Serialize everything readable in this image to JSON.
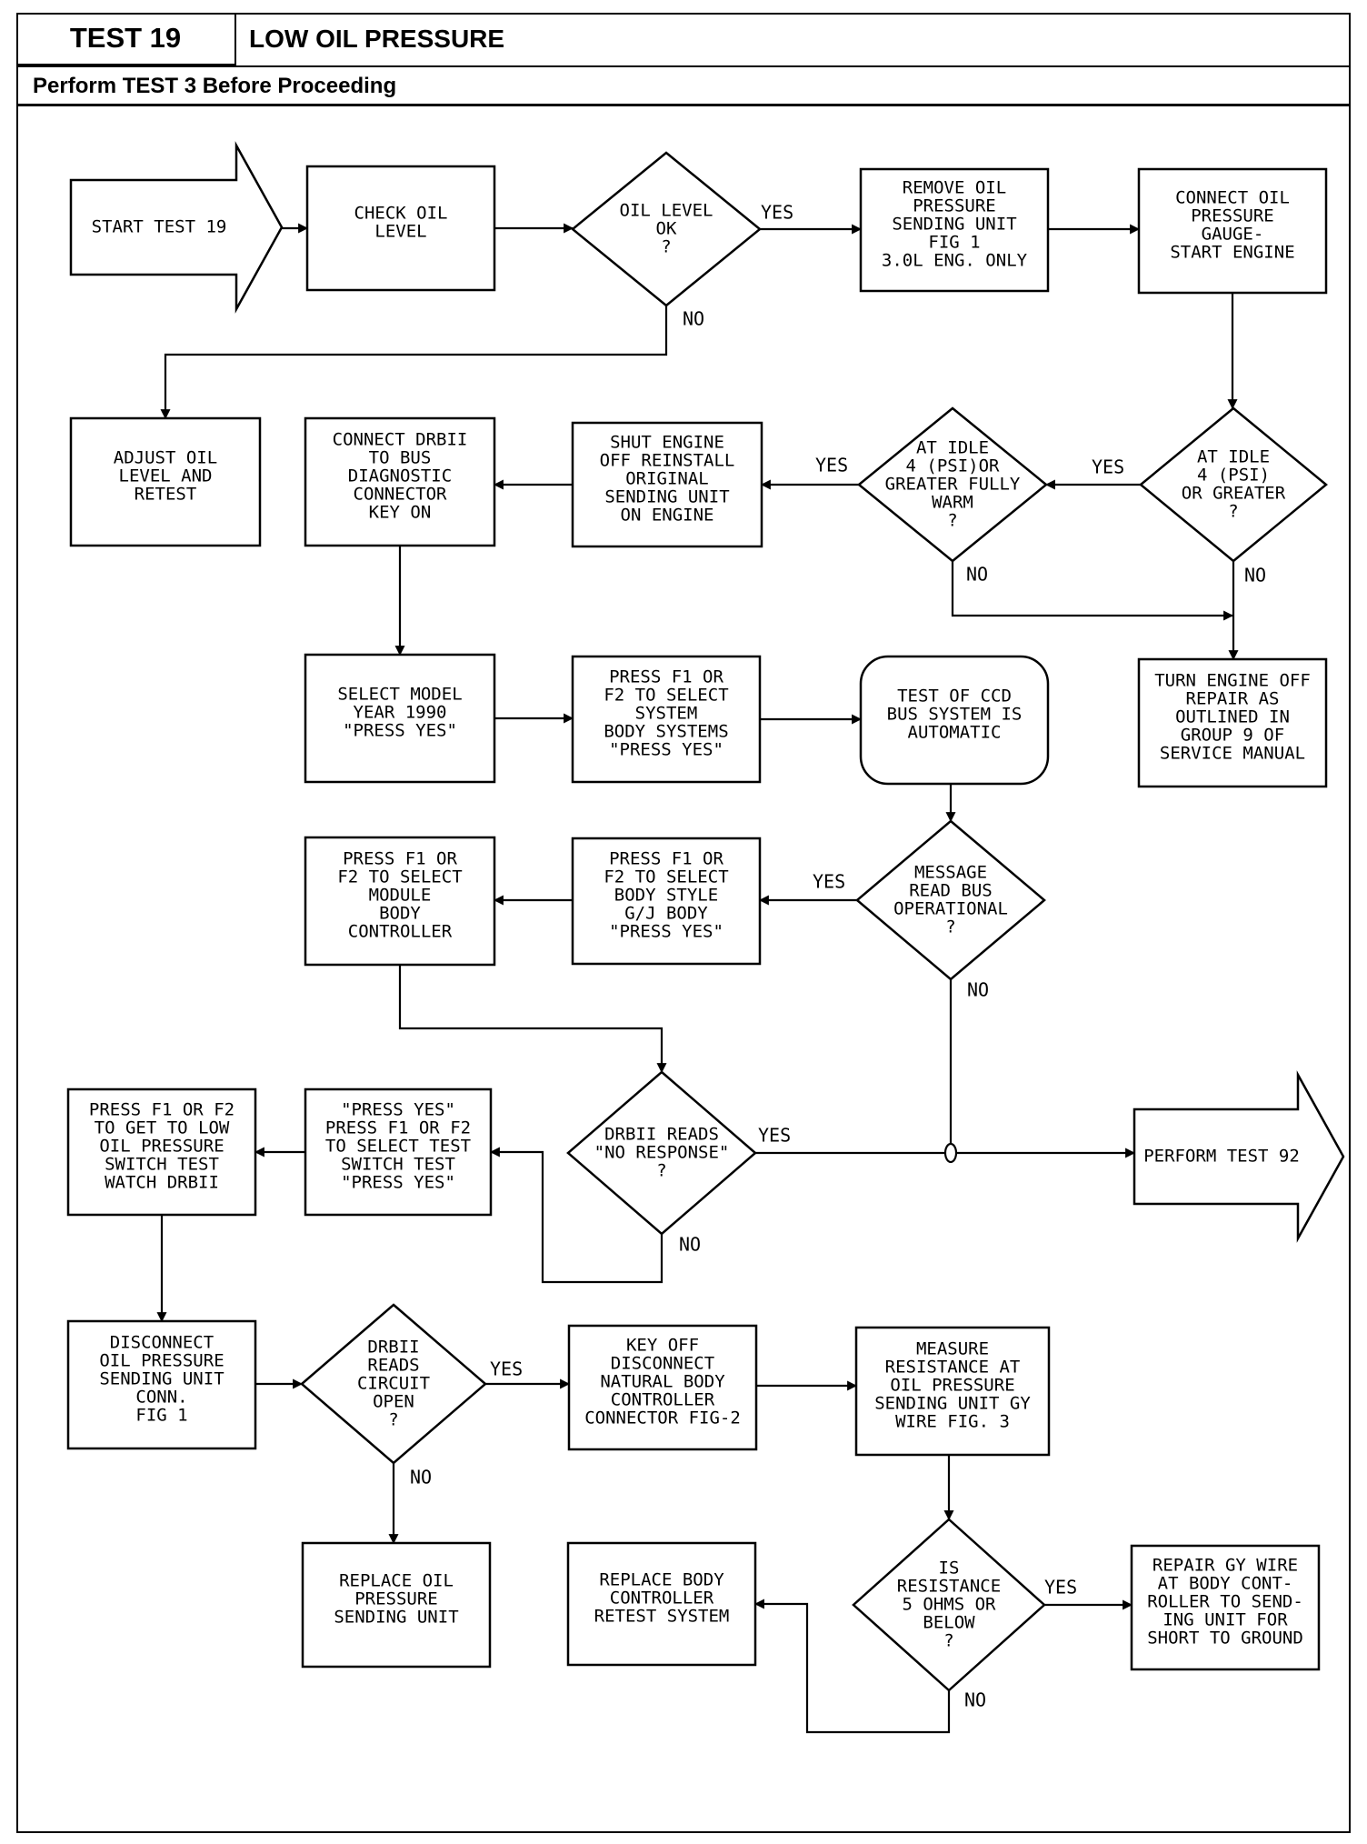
{
  "header": {
    "test_label": "TEST 19",
    "title": "LOW OIL PRESSURE",
    "subtitle": "Perform TEST 3 Before Proceeding"
  },
  "nodes": [
    {
      "id": "start",
      "kind": "arrow",
      "lines": [
        "START TEST 19"
      ]
    },
    {
      "id": "check-oil",
      "kind": "box",
      "lines": [
        "CHECK OIL",
        "LEVEL"
      ]
    },
    {
      "id": "oil-ok",
      "kind": "diamond",
      "lines": [
        "OIL LEVEL",
        "OK",
        "?"
      ]
    },
    {
      "id": "remove-unit",
      "kind": "box",
      "lines": [
        "REMOVE OIL",
        "PRESSURE",
        "SENDING UNIT",
        "FIG 1",
        "3.0L ENG. ONLY"
      ]
    },
    {
      "id": "connect-gauge",
      "kind": "box",
      "lines": [
        "CONNECT OIL",
        "PRESSURE",
        "GAUGE-",
        "START ENGINE"
      ]
    },
    {
      "id": "adjust-oil",
      "kind": "box",
      "lines": [
        "ADJUST OIL",
        "LEVEL AND",
        "RETEST"
      ]
    },
    {
      "id": "connect-drb",
      "kind": "box",
      "lines": [
        "CONNECT DRBII",
        "TO BUS",
        "DIAGNOSTIC",
        "CONNECTOR",
        "KEY ON"
      ]
    },
    {
      "id": "shut-engine",
      "kind": "box",
      "lines": [
        "SHUT ENGINE",
        "OFF REINSTALL",
        "ORIGINAL",
        "SENDING UNIT",
        "ON ENGINE"
      ]
    },
    {
      "id": "idle-warm",
      "kind": "diamond",
      "lines": [
        "AT IDLE",
        "4 (PSI)OR",
        "GREATER FULLY",
        "WARM",
        "?"
      ]
    },
    {
      "id": "idle-4psi",
      "kind": "diamond",
      "lines": [
        "AT IDLE",
        "4 (PSI)",
        "OR GREATER",
        "?"
      ]
    },
    {
      "id": "select-model",
      "kind": "box",
      "lines": [
        "SELECT MODEL",
        "YEAR 1990",
        "\"PRESS YES\""
      ]
    },
    {
      "id": "select-system",
      "kind": "box",
      "lines": [
        "PRESS F1 OR",
        "F2 TO SELECT",
        "SYSTEM",
        "BODY SYSTEMS",
        "\"PRESS YES\""
      ]
    },
    {
      "id": "ccd-test",
      "kind": "rounded",
      "lines": [
        "TEST OF CCD",
        "BUS SYSTEM IS",
        "AUTOMATIC"
      ]
    },
    {
      "id": "turn-off",
      "kind": "box",
      "lines": [
        "TURN ENGINE OFF",
        "REPAIR AS",
        "OUTLINED IN",
        "GROUP 9 OF",
        "SERVICE MANUAL"
      ]
    },
    {
      "id": "select-module",
      "kind": "box",
      "lines": [
        "PRESS F1 OR",
        "F2 TO SELECT",
        "MODULE",
        "BODY",
        "CONTROLLER"
      ]
    },
    {
      "id": "select-style",
      "kind": "box",
      "lines": [
        "PRESS F1 OR",
        "F2 TO SELECT",
        "BODY STYLE",
        "G/J BODY",
        "\"PRESS YES\""
      ]
    },
    {
      "id": "msg-bus",
      "kind": "diamond",
      "lines": [
        "MESSAGE",
        "READ BUS",
        "OPERATIONAL",
        "?"
      ]
    },
    {
      "id": "low-oil-test",
      "kind": "box",
      "lines": [
        "PRESS F1 OR F2",
        "TO GET TO LOW",
        "OIL PRESSURE",
        "SWITCH TEST",
        "WATCH DRBII"
      ]
    },
    {
      "id": "switch-test",
      "kind": "box",
      "lines": [
        "\"PRESS YES\"",
        "PRESS F1 OR F2",
        "TO SELECT TEST",
        "SWITCH TEST",
        "\"PRESS YES\""
      ]
    },
    {
      "id": "no-response",
      "kind": "diamond",
      "lines": [
        "DRBII READS",
        "\"NO RESPONSE\"",
        "?"
      ]
    },
    {
      "id": "test-92",
      "kind": "arrow",
      "lines": [
        "PERFORM TEST 92"
      ]
    },
    {
      "id": "disconnect-unit",
      "kind": "box",
      "lines": [
        "DISCONNECT",
        "OIL PRESSURE",
        "SENDING UNIT",
        "CONN.",
        "FIG 1"
      ]
    },
    {
      "id": "circuit-open",
      "kind": "diamond",
      "lines": [
        "DRBII",
        "READS",
        "CIRCUIT",
        "OPEN",
        "?"
      ]
    },
    {
      "id": "key-off",
      "kind": "box",
      "lines": [
        "KEY OFF",
        "DISCONNECT",
        "NATURAL BODY",
        "CONTROLLER",
        "CONNECTOR FIG-2"
      ]
    },
    {
      "id": "measure",
      "kind": "box",
      "lines": [
        "MEASURE",
        "RESISTANCE AT",
        "OIL PRESSURE",
        "SENDING UNIT GY",
        "WIRE FIG. 3"
      ]
    },
    {
      "id": "replace-unit",
      "kind": "box",
      "lines": [
        "REPLACE OIL",
        "PRESSURE",
        "SENDING UNIT"
      ]
    },
    {
      "id": "replace-body",
      "kind": "box",
      "lines": [
        "REPLACE BODY",
        "CONTROLLER",
        "RETEST SYSTEM"
      ]
    },
    {
      "id": "resistance",
      "kind": "diamond",
      "lines": [
        "IS",
        "RESISTANCE",
        "5 OHMS OR",
        "BELOW",
        "?"
      ]
    },
    {
      "id": "repair-wire",
      "kind": "box",
      "lines": [
        "REPAIR GY WIRE",
        "AT BODY CONT-",
        "ROLLER TO SEND-",
        "ING UNIT FOR",
        "SHORT TO GROUND"
      ]
    }
  ],
  "edge_labels": [
    {
      "id": "e-oilok-yes",
      "text": "YES"
    },
    {
      "id": "e-oilok-no",
      "text": "NO"
    },
    {
      "id": "e-idle4-yes",
      "text": "YES"
    },
    {
      "id": "e-idle4-no",
      "text": "NO"
    },
    {
      "id": "e-warm-yes",
      "text": "YES"
    },
    {
      "id": "e-warm-no",
      "text": "NO"
    },
    {
      "id": "e-msg-yes",
      "text": "YES"
    },
    {
      "id": "e-msg-no",
      "text": "NO"
    },
    {
      "id": "e-noresp-yes",
      "text": "YES"
    },
    {
      "id": "e-noresp-no",
      "text": "NO"
    },
    {
      "id": "e-open-yes",
      "text": "YES"
    },
    {
      "id": "e-open-no",
      "text": "NO"
    },
    {
      "id": "e-res-yes",
      "text": "YES"
    },
    {
      "id": "e-res-no",
      "text": "NO"
    }
  ]
}
